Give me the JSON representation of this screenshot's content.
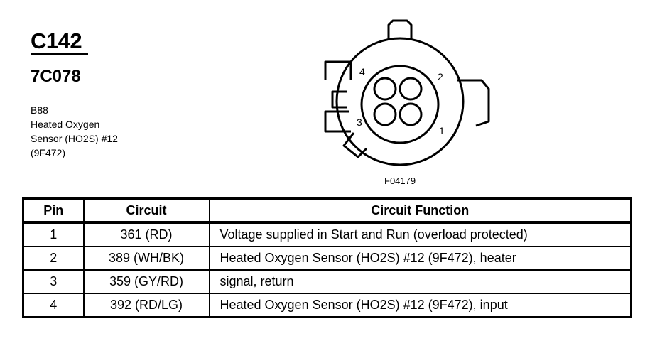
{
  "connector": {
    "id": "C142",
    "part_number": "7C078",
    "description_lines": [
      "B88",
      "Heated Oxygen",
      "Sensor (HO2S) #12",
      "(9F472)"
    ]
  },
  "diagram": {
    "pin_labels": [
      "1",
      "2",
      "3",
      "4"
    ],
    "figure_id": "F04179"
  },
  "table": {
    "headers": [
      "Pin",
      "Circuit",
      "Circuit Function"
    ],
    "rows": [
      {
        "pin": "1",
        "circuit": "361 (RD)",
        "function": "Voltage supplied in Start and Run (overload protected)"
      },
      {
        "pin": "2",
        "circuit": "389 (WH/BK)",
        "function": "Heated Oxygen Sensor (HO2S) #12 (9F472), heater"
      },
      {
        "pin": "3",
        "circuit": "359 (GY/RD)",
        "function": "signal, return"
      },
      {
        "pin": "4",
        "circuit": "392 (RD/LG)",
        "function": "Heated Oxygen Sensor (HO2S) #12 (9F472), input"
      }
    ]
  }
}
